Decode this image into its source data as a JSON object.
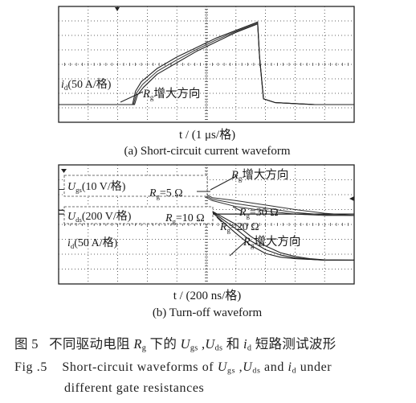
{
  "chart_data": [
    {
      "type": "line",
      "panel": "a",
      "subtitle": "(a) Short-circuit current waveform",
      "xlabel": "t / (1 μs/格)",
      "trace_label": "id(50 A/格)",
      "trace_label_var": "i",
      "trace_label_sub": "d",
      "trace_label_rest": "(50 A/格)",
      "annotation": {
        "var": "R",
        "sub": "g",
        "text": "增大方向"
      },
      "grid": true,
      "divisions": {
        "x": 10,
        "y": 8
      },
      "series": [
        {
          "x": [
            0,
            3.75,
            3.9,
            4.2,
            5,
            6,
            7,
            8,
            9,
            10.0,
            10.1,
            10.2,
            10.4,
            11,
            12,
            13,
            14,
            15
          ],
          "y": [
            0,
            0,
            0.7,
            1.2,
            1.9,
            2.5,
            3.0,
            3.5,
            3.9,
            4.3,
            4.35,
            2.5,
            0.3,
            0.1,
            0.05,
            0,
            0,
            0
          ]
        },
        {
          "x": [
            0,
            3.8,
            3.95,
            4.25,
            5,
            6,
            7,
            8,
            9,
            10.0,
            10.1,
            10.2,
            10.4,
            11,
            12,
            13,
            14,
            15
          ],
          "y": [
            0,
            0,
            0.6,
            1.05,
            1.75,
            2.35,
            2.9,
            3.4,
            3.85,
            4.25,
            4.3,
            2.5,
            0.3,
            0.1,
            0.05,
            0,
            0,
            0
          ]
        },
        {
          "x": [
            0,
            3.85,
            4.0,
            4.3,
            5,
            6,
            7,
            8,
            9,
            10.0,
            10.1,
            10.2,
            10.4,
            11,
            12,
            13,
            14,
            15
          ],
          "y": [
            0,
            0,
            0.5,
            0.9,
            1.6,
            2.2,
            2.8,
            3.3,
            3.8,
            4.2,
            4.25,
            2.5,
            0.3,
            0.1,
            0.05,
            0,
            0,
            0
          ]
        }
      ]
    },
    {
      "type": "line",
      "panel": "b",
      "subtitle": "(b) Turn-off waveform",
      "xlabel": "t / (200 ns/格)",
      "grid": true,
      "divisions": {
        "x": 10,
        "y": 8
      },
      "labels": [
        {
          "var": "U",
          "sub": "gs",
          "text": "(10 V/格)"
        },
        {
          "var": "U",
          "sub": "ds",
          "text": "(200 V/格)"
        },
        {
          "var": "i",
          "sub": "d",
          "text": "(50 A/格)"
        }
      ],
      "annotations": [
        {
          "var": "R",
          "sub": "g",
          "text": "增大方向"
        },
        {
          "var": "R",
          "sub": "g",
          "text": "=5 Ω"
        },
        {
          "var": "R",
          "sub": "g",
          "text": "=10 Ω"
        },
        {
          "var": "R",
          "sub": "g",
          "text": "=20 Ω"
        },
        {
          "var": "R",
          "sub": "g",
          "text": "=30 Ω"
        },
        {
          "var": "R",
          "sub": "g",
          "text": "增大方向"
        }
      ],
      "ugs_series": [
        {
          "x": [
            0,
            4.9,
            5.0,
            5.2,
            6,
            7,
            8,
            9,
            10
          ],
          "y": [
            6.35,
            6.35,
            5.8,
            5.6,
            5.2,
            4.9,
            4.7,
            4.6,
            4.6
          ]
        },
        {
          "x": [
            0,
            4.9,
            5.0,
            5.2,
            6,
            7,
            8,
            9,
            10
          ],
          "y": [
            6.35,
            6.35,
            5.9,
            5.7,
            5.4,
            5.1,
            4.8,
            4.65,
            4.6
          ]
        },
        {
          "x": [
            0,
            4.9,
            5.0,
            5.2,
            6,
            7,
            8,
            9,
            10
          ],
          "y": [
            6.35,
            6.35,
            6.0,
            5.8,
            5.6,
            5.3,
            5.0,
            4.75,
            4.6
          ]
        }
      ],
      "uds_series": [
        {
          "x": [
            0,
            10
          ],
          "y": [
            4.7,
            4.7
          ]
        }
      ],
      "id_series": [
        {
          "x": [
            0,
            5.0,
            5.2,
            6,
            6.5,
            7,
            7.5,
            8,
            8.5,
            9,
            10
          ],
          "y": [
            4.95,
            4.95,
            4.8,
            3.4,
            2.6,
            2.05,
            1.8,
            1.7,
            1.65,
            1.6,
            1.6
          ]
        },
        {
          "x": [
            0,
            5.0,
            5.2,
            6,
            6.5,
            7,
            7.5,
            8,
            8.5,
            9,
            10
          ],
          "y": [
            4.95,
            4.95,
            4.85,
            3.7,
            2.9,
            2.3,
            1.95,
            1.75,
            1.66,
            1.6,
            1.6
          ]
        },
        {
          "x": [
            0,
            5.0,
            5.2,
            6,
            6.5,
            7,
            7.5,
            8,
            8.5,
            9,
            10
          ],
          "y": [
            4.95,
            4.95,
            4.88,
            4.0,
            3.2,
            2.55,
            2.1,
            1.85,
            1.7,
            1.62,
            1.6
          ]
        }
      ]
    }
  ],
  "caption": {
    "zh": {
      "label": "图 5",
      "pre": "不同驱动电阻",
      "r": "R",
      "r_sub": "g",
      "mid1": "下的",
      "u1": "U",
      "u1_sub": "gs",
      "sep": ",",
      "u2": "U",
      "u2_sub": "ds",
      "and": "和",
      "i": "i",
      "i_sub": "d",
      "post": "短路测试波形"
    },
    "en": {
      "label": "Fig .5",
      "line1": "Short-circuit waveforms of",
      "u1": "U",
      "u1_sub": "gs",
      "sep": ",",
      "u2": "U",
      "u2_sub": "ds",
      "and": "and",
      "i": "i",
      "i_sub": "d",
      "post": "under",
      "line2": "different gate resistances"
    }
  }
}
